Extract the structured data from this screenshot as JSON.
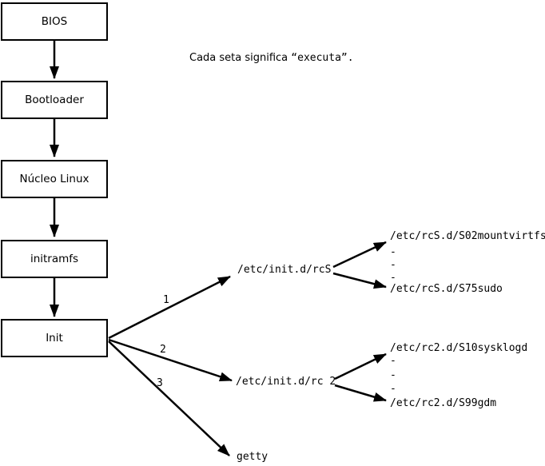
{
  "note": {
    "prefix": "Cada seta significa ",
    "quoted": "“executa”."
  },
  "flow": {
    "boxes": [
      {
        "label": "BIOS"
      },
      {
        "label": "Bootloader"
      },
      {
        "label": "Núcleo Linux"
      },
      {
        "label": "initramfs"
      },
      {
        "label": "Init"
      }
    ]
  },
  "branches": [
    {
      "number": "1",
      "target": "/etc/init.d/rcS",
      "first_script": "/etc/rcS.d/S02mountvirtfs",
      "ellipsis": [
        "-",
        "-",
        "-"
      ],
      "last_script": "/etc/rcS.d/S75sudo"
    },
    {
      "number": "2",
      "target": "/etc/init.d/rc 2",
      "first_script": "/etc/rc2.d/S10sysklogd",
      "ellipsis": [
        "-",
        "-",
        "-"
      ],
      "last_script": "/etc/rc2.d/S99gdm"
    },
    {
      "number": "3",
      "target": "getty"
    }
  ],
  "colors": {
    "line": "#000000",
    "box_border": "#000000",
    "background": "#ffffff"
  }
}
